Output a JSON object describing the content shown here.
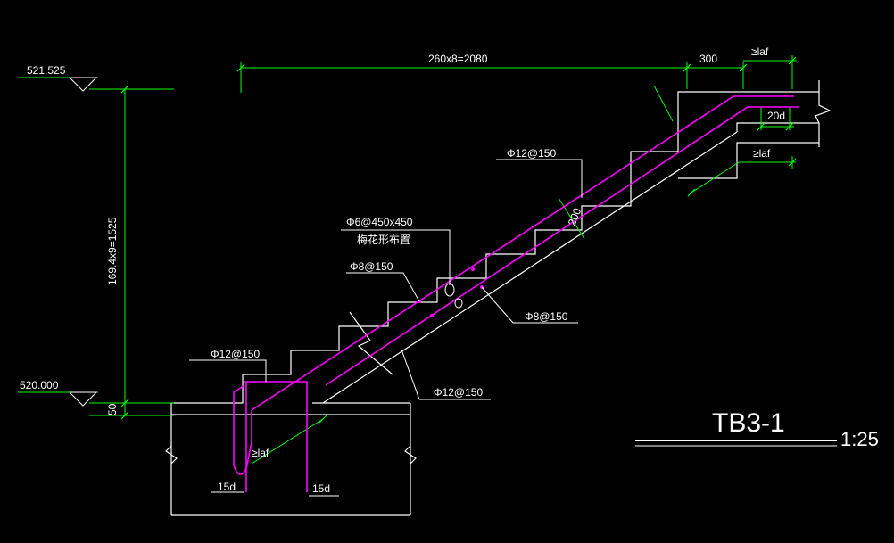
{
  "colors": {
    "background": "#000000",
    "concrete": "#ffffff",
    "dimension": "#00ff00",
    "rebar": "#ff00ff",
    "text": "#ffffff"
  },
  "levels": {
    "top": "521.525",
    "bottom": "520.000"
  },
  "dimensions": {
    "horizontal_run": "260x8=2080",
    "vertical_rise": "169.4x9=1525",
    "landing_length": "300",
    "anchorage_top": "≥laf",
    "anchorage_bottom_top": "≥laf",
    "anchorage_base": "≥laf",
    "bend_top": "20d",
    "slab_thickness": "200",
    "footing_offset": "50",
    "hook_left": "15d",
    "hook_right": "15d"
  },
  "rebar_labels": {
    "top_bar_upper": "Φ12@150",
    "tie_bars": "Φ6@450x450",
    "tie_note": "梅花形布置",
    "dist_upper": "Φ8@150",
    "dist_lower": "Φ8@150",
    "top_bar_lower": "Φ12@150",
    "bottom_bar": "Φ12@150"
  },
  "title_block": {
    "name": "TB3-1",
    "scale": "1:25"
  }
}
